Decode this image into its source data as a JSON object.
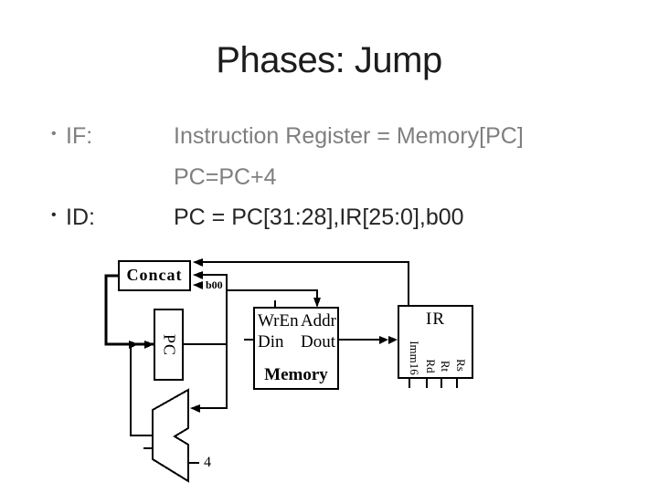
{
  "slide": {
    "title": "Phases: Jump",
    "bullet_char": "•",
    "bullets": [
      {
        "label": "IF:",
        "lines": [
          "Instruction Register = Memory[PC]",
          "PC=PC+4"
        ],
        "color": "#7f7f7f"
      },
      {
        "label": "ID:",
        "lines": [
          "PC = PC[31:28],IR[25:0],b00"
        ],
        "color": "#262626"
      }
    ]
  },
  "diagram": {
    "concat_label": "Concat",
    "b00_label": "b00",
    "pc_label": "PC",
    "adder_const": "4",
    "memory": {
      "title": "Memory",
      "ports": {
        "wren": "WrEn",
        "addr": "Addr",
        "din": "Din",
        "dout": "Dout"
      }
    },
    "ir": {
      "title": "IR",
      "fields": [
        "Imm16",
        "Rd",
        "Rt",
        "Rs"
      ]
    },
    "line_color": "#000000",
    "background": "#ffffff"
  }
}
